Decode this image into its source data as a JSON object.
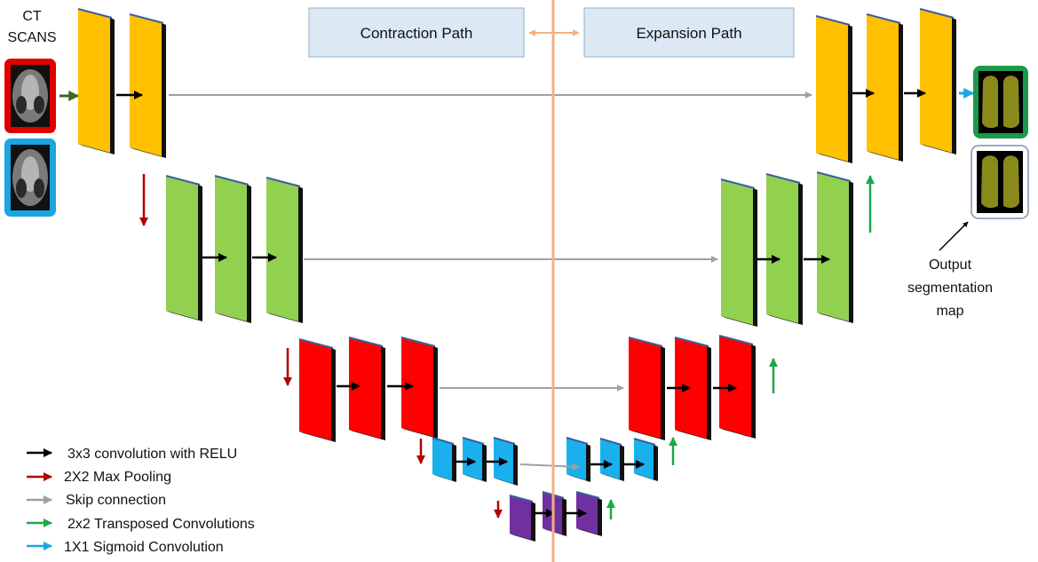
{
  "input": {
    "label_line1": "CT",
    "label_line2": "SCANS"
  },
  "path_labels": {
    "contraction": "Contraction Path",
    "expansion": "Expansion Path"
  },
  "output": {
    "label_line1": "Output",
    "label_line2": "segmentation",
    "label_line3": "map"
  },
  "legend": [
    {
      "id": "conv",
      "label": "3x3 convolution with RELU",
      "color": "#000000"
    },
    {
      "id": "pool",
      "label": "2X2 Max Pooling",
      "color": "#b00000"
    },
    {
      "id": "skip",
      "label": "Skip connection",
      "color": "#a0a0a0"
    },
    {
      "id": "upconv",
      "label": "2x2 Transposed Convolutions",
      "color": "#1aa84a"
    },
    {
      "id": "sigmoid",
      "label": "1X1 Sigmoid Convolution",
      "color": "#1aa6e0"
    }
  ],
  "levels": [
    {
      "name": "level-1",
      "color": "#ffc000"
    },
    {
      "name": "level-2",
      "color": "#92d050"
    },
    {
      "name": "level-3",
      "color": "#ff0000"
    },
    {
      "name": "level-4",
      "color": "#1ab0ee"
    },
    {
      "name": "bottleneck",
      "color": "#7030a0"
    }
  ],
  "colors": {
    "box_fill": "#dce9f5",
    "box_border": "#8fb0cc",
    "center_line": "#f4b183",
    "input_border_1": "#e00000",
    "input_border_2": "#1aa6e0",
    "output_border_1": "#1a9a4a",
    "output_border_2": "#7d92ad"
  }
}
